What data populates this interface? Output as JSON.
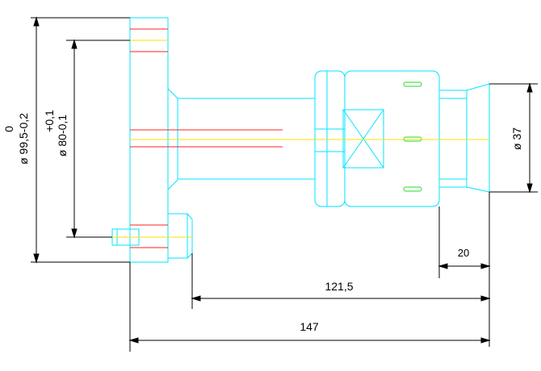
{
  "colors": {
    "outline": "#00E5FF",
    "centerline": "#FFE100",
    "hidden": "#FF2020",
    "dimension": "#000000",
    "background": "#FFFFFF",
    "slot": "#20DD20"
  },
  "dimensions": {
    "outer_diameter_tol_upper": "0",
    "outer_diameter": "ø 99,5-0,2",
    "inner_diameter_tol_upper": "+0,1",
    "inner_diameter": "ø 80-0,1",
    "tip_diameter": "ø 37",
    "tip_length": "20",
    "length_from_boss": "121,5",
    "overall_length": "147"
  }
}
